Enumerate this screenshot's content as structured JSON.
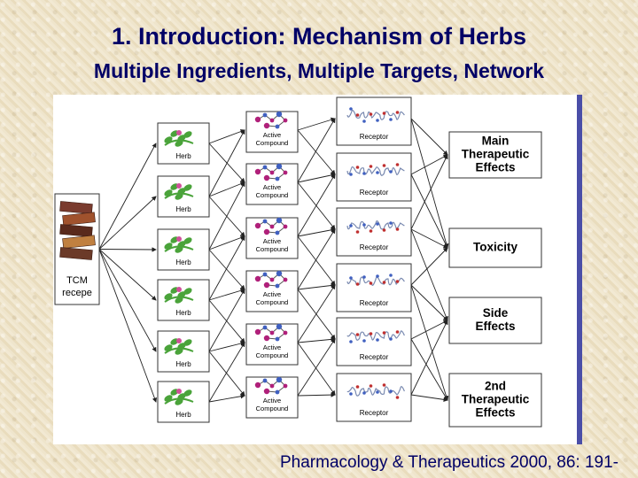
{
  "slide": {
    "title": "1. Introduction: Mechanism of Herbs",
    "subtitle": "Multiple Ingredients, Multiple Targets, Network",
    "citation": "Pharmacology & Therapeutics 2000, 86: 191-"
  },
  "diagram": {
    "source": {
      "label_line1": "TCM",
      "label_line2": "recepe"
    },
    "herb_label": "Herb",
    "compound_label_line1": "Active",
    "compound_label_line2": "Compound",
    "receptor_label": "Receptor",
    "herb_count": 6,
    "compound_count": 6,
    "receptor_count": 6,
    "effects": [
      {
        "lines": [
          "Main",
          "Therapeutic",
          "Effects"
        ]
      },
      {
        "lines": [
          "Toxicity"
        ]
      },
      {
        "lines": [
          "Side",
          "Effects"
        ]
      },
      {
        "lines": [
          "2nd",
          "Therapeutic",
          "Effects"
        ]
      }
    ],
    "colors": {
      "title": "#000066",
      "herb_green": "#4aa33a",
      "flower_pink": "#d0509a",
      "molecule_magenta": "#b0207a",
      "molecule_blue": "#4060c0",
      "protein_red": "#c03030",
      "panel_border": "#4a4ea8"
    }
  }
}
